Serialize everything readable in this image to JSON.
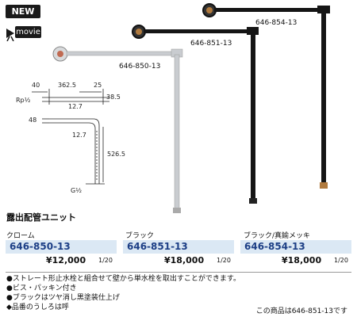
{
  "badges": {
    "new": "NEW",
    "movie": "movie"
  },
  "product_labels": {
    "p850": "646-850-13",
    "p851": "646-851-13",
    "p854": "646-854-13"
  },
  "diagram": {
    "d40": "40",
    "d362": "362.5",
    "d25": "25",
    "drp": "Rp½",
    "d127a": "12.7",
    "d385": "38.5",
    "d48": "48",
    "d127b": "12.7",
    "d5265": "526.5",
    "dg": "G½"
  },
  "title": "露出配管ユニット",
  "variants": [
    {
      "name": "クローム",
      "code_prefix": "646-850",
      "code_suffix": "-13",
      "price": "¥12,000",
      "unit": "1/20"
    },
    {
      "name": "ブラック",
      "code_prefix": "646-851",
      "code_suffix": "-13",
      "price": "¥18,000",
      "unit": "1/20"
    },
    {
      "name": "ブラック/真鍮メッキ",
      "code_prefix": "646-854",
      "code_suffix": "-13",
      "price": "¥18,000",
      "unit": "1/20"
    }
  ],
  "features": [
    "●ストレート形止水栓と組合せて壁から単水栓を取出すことができます。",
    "●ビス・パッキン付き",
    "●ブラックはツヤ消し黒塗装仕上げ",
    "◆品番のうしろは呼"
  ],
  "note": "この商品は646-851-13です",
  "colors": {
    "code_bg": "#dbe8f4",
    "code_text": "#1d3f86",
    "chrome": "#c9ccd0",
    "black": "#151515",
    "brass": "#b07a3e"
  }
}
